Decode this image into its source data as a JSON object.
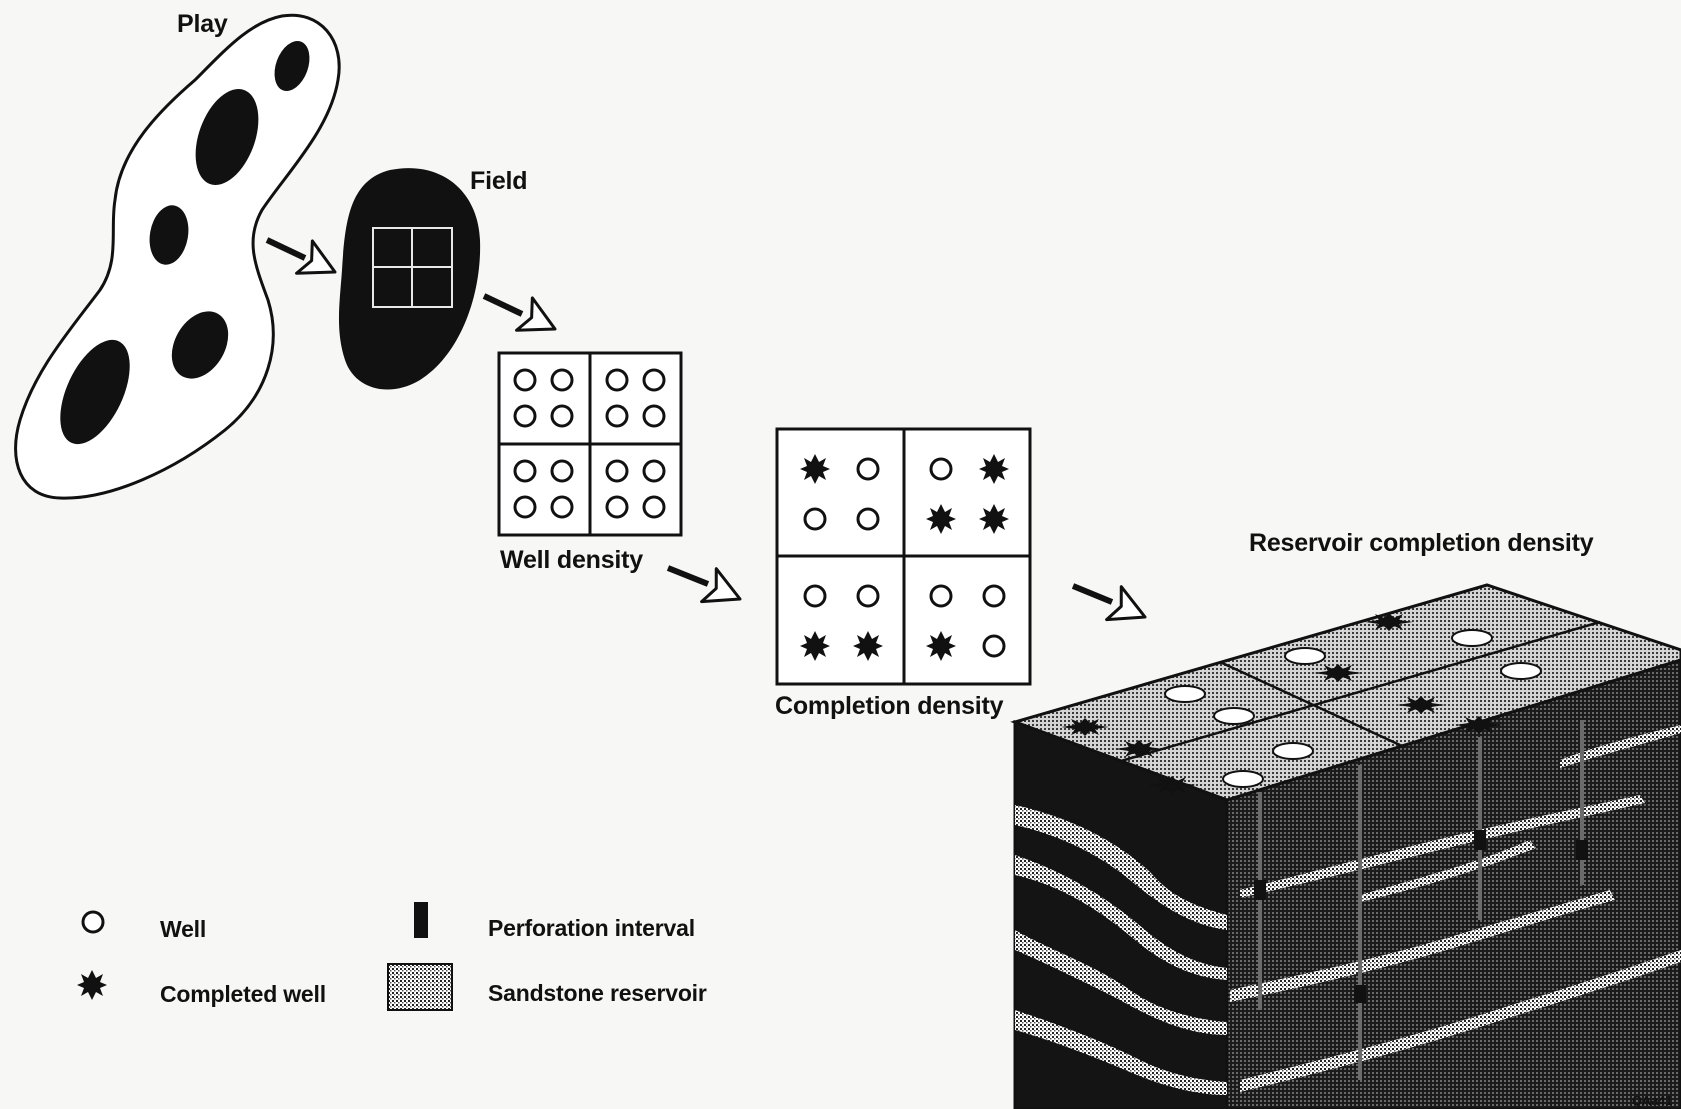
{
  "labels": {
    "play": "Play",
    "field": "Field",
    "well_density": "Well density",
    "completion_density": "Completion density",
    "reservoir_completion_density": "Reservoir completion density",
    "figure_code": "QAa41"
  },
  "legend": {
    "well": "Well",
    "completed_well": "Completed well",
    "perforation_interval": "Perforation interval",
    "sandstone_reservoir": "Sandstone reservoir"
  },
  "colors": {
    "ink": "#111111",
    "paper": "#f7f7f5",
    "stipple": "#bdbdbd"
  },
  "completion_grid": [
    [
      "completed",
      "well",
      "well",
      "completed"
    ],
    [
      "well",
      "well",
      "completed",
      "completed"
    ],
    [
      "well",
      "well",
      "well",
      "well"
    ],
    [
      "completed",
      "completed",
      "completed",
      "well"
    ]
  ]
}
